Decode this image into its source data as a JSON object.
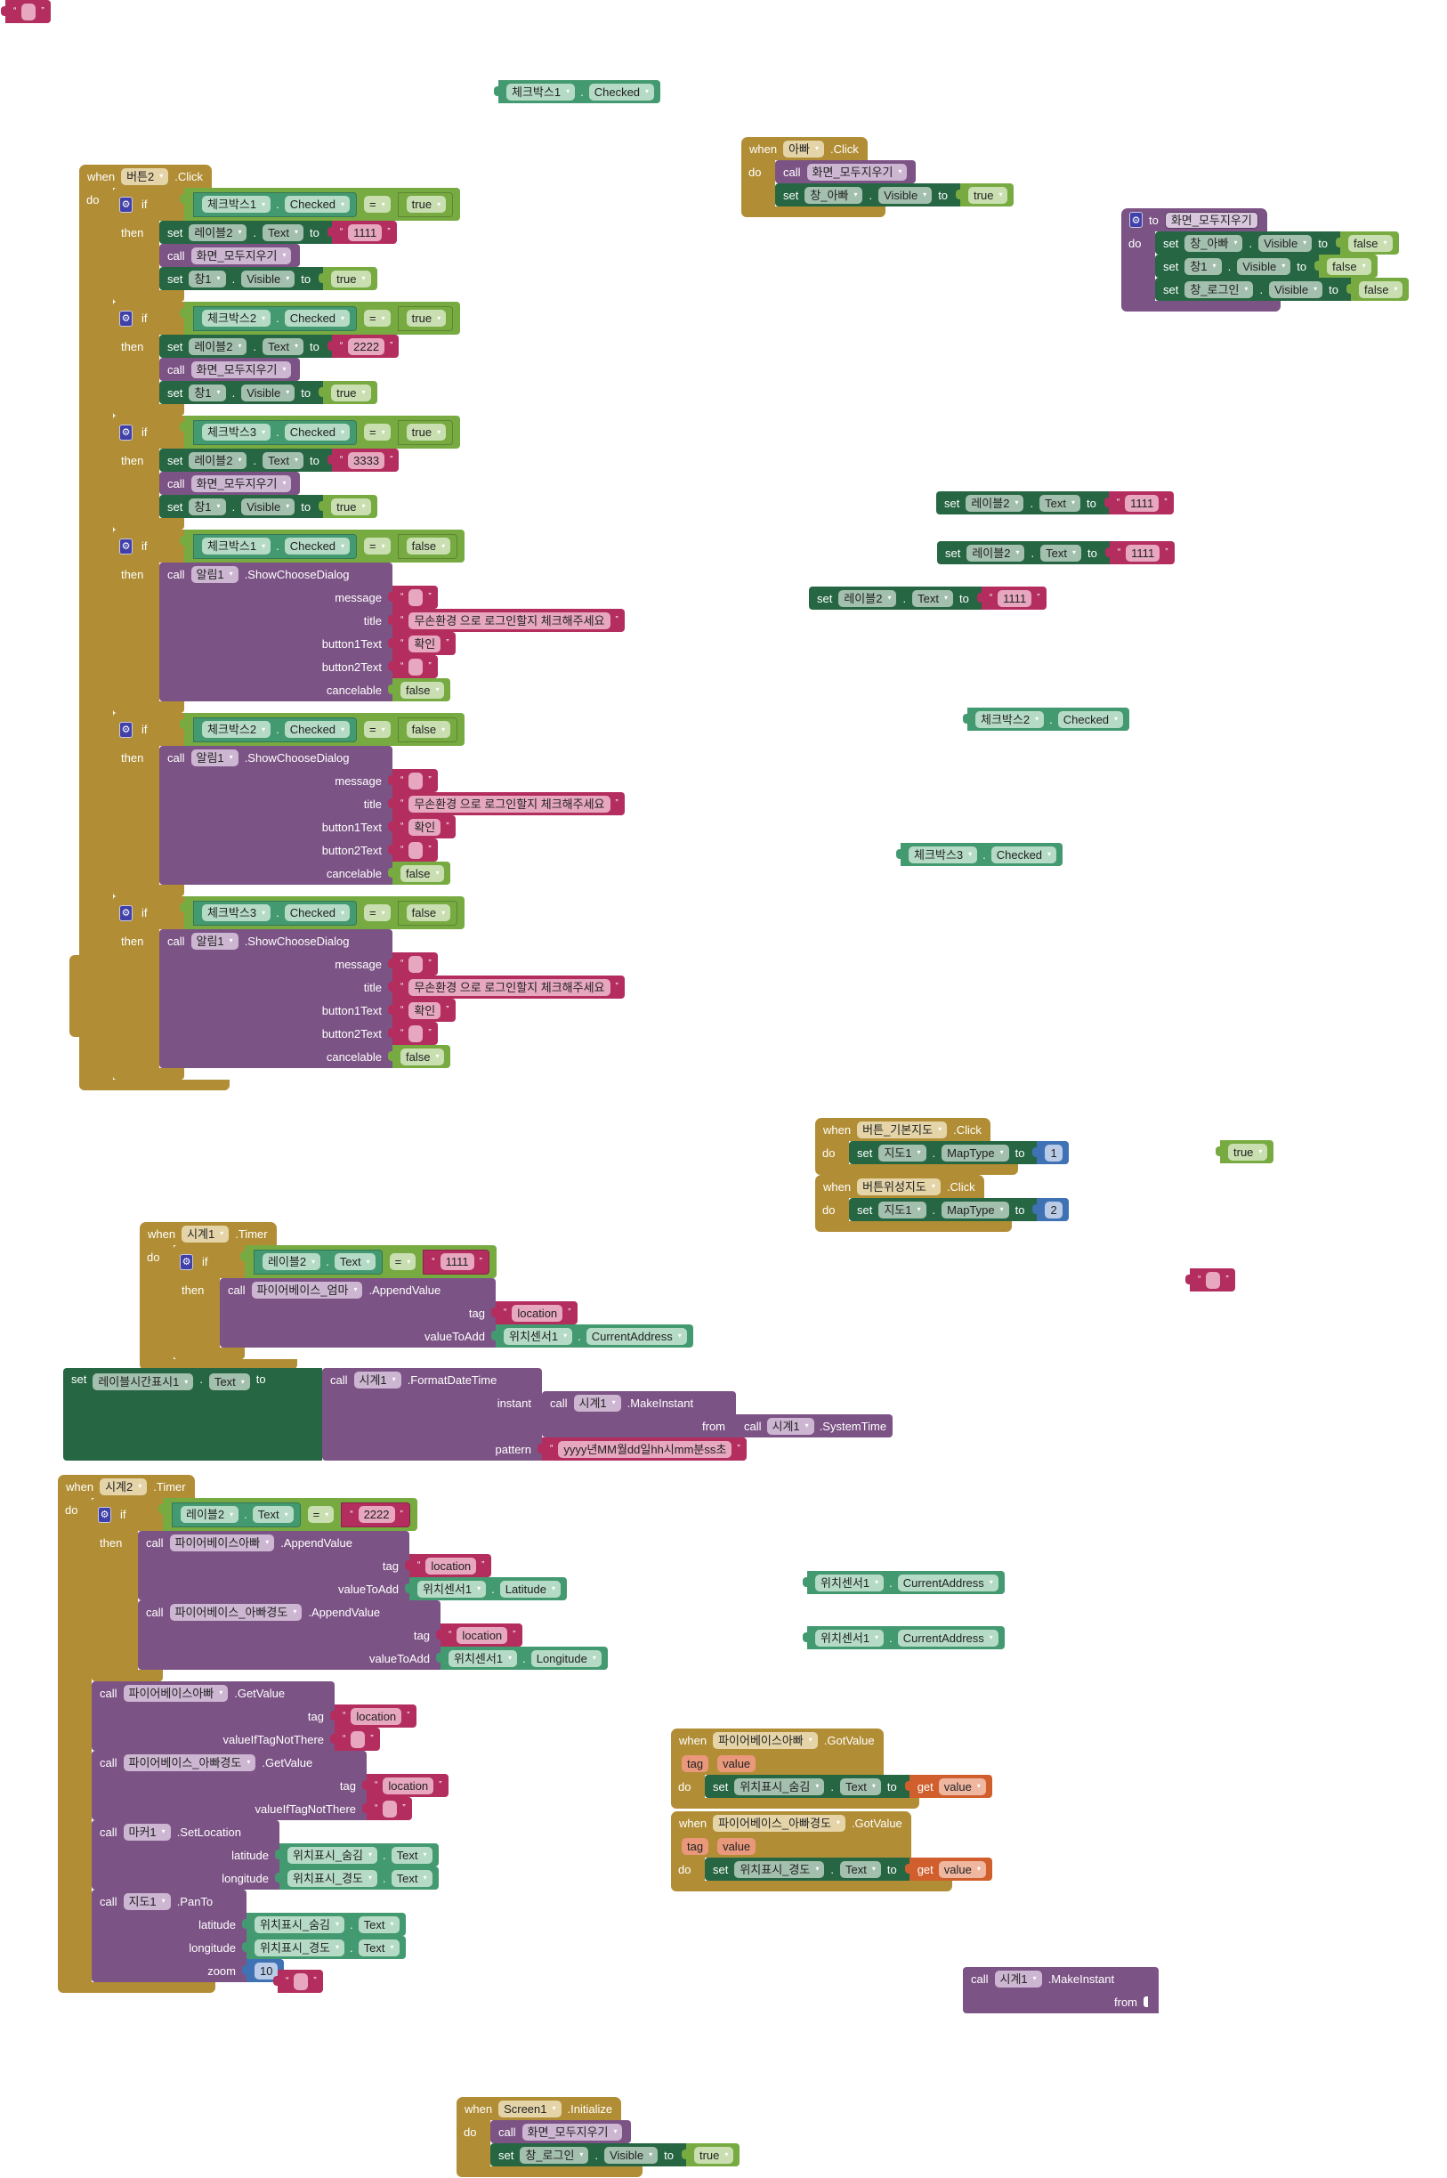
{
  "kw": {
    "when": "when",
    "do": "do",
    "set": "set",
    "to": "to",
    "call": "call",
    "if": "if",
    "then": "then",
    "get": "get",
    "dot": ".",
    "quote_open": "“",
    "quote_close": "”"
  },
  "dropdown_arrow": "▾",
  "gear_glyph": "⚙",
  "labels": {
    "message": "message",
    "title": "title",
    "button1Text": "button1Text",
    "button2Text": "button2Text",
    "cancelable": "cancelable",
    "tag": "tag",
    "valueToAdd": "valueToAdd",
    "valueIfTagNotThere": "valueIfTagNotThere",
    "latitude": "latitude",
    "longitude": "longitude",
    "zoom": "zoom",
    "instant": "instant",
    "from": "from",
    "pattern": "pattern"
  },
  "colors": {
    "event": "#B18E35",
    "setter": "#266643",
    "getter": "#439970",
    "procedure": "#7C5385",
    "text": "#B32D5E",
    "logic": "#77AB41",
    "math": "#3F71B5",
    "variable": "#D05F2D",
    "mutator": "#4040A8"
  },
  "blocks": {
    "str_top": {
      "value": ""
    },
    "cb1_checked": {
      "component": "체크박스1",
      "property": "Checked"
    },
    "dad_click": {
      "component": "아빠",
      "event": ".Click",
      "proc": "화면_모두지우기",
      "set_component": "창_아빠",
      "set_property": "Visible",
      "value": "true"
    },
    "proc_clear": {
      "name": "화면_모두지우기",
      "sets": [
        {
          "component": "창_아빠",
          "property": "Visible",
          "value": "false"
        },
        {
          "component": "창1",
          "property": "Visible",
          "value": "false"
        },
        {
          "component": "창_로그인",
          "property": "Visible",
          "value": "false"
        }
      ]
    },
    "btn2_click": {
      "component": "버튼2",
      "event": ".Click",
      "ifs": [
        {
          "checkbox": "체크박스1",
          "property": "Checked",
          "op": "=",
          "compare": "true",
          "label": "레이블2",
          "label_property": "Text",
          "label_value": "1111",
          "proc": "화면_모두지우기",
          "window": "창1",
          "window_property": "Visible",
          "window_value": "true"
        },
        {
          "checkbox": "체크박스2",
          "property": "Checked",
          "op": "=",
          "compare": "true",
          "label": "레이블2",
          "label_property": "Text",
          "label_value": "2222",
          "proc": "화면_모두지우기",
          "window": "창1",
          "window_property": "Visible",
          "window_value": "true"
        },
        {
          "checkbox": "체크박스3",
          "property": "Checked",
          "op": "=",
          "compare": "true",
          "label": "레이블2",
          "label_property": "Text",
          "label_value": "3333",
          "proc": "화면_모두지우기",
          "window": "창1",
          "window_property": "Visible",
          "window_value": "true"
        }
      ],
      "dialog_ifs": [
        {
          "checkbox": "체크박스1",
          "property": "Checked",
          "op": "=",
          "compare": "false",
          "notifier": "알림1",
          "method": ".ShowChooseDialog",
          "message": "",
          "title": "무손환경 으로 로그인할지 체크해주세요",
          "button1Text": "확인",
          "button2Text": "",
          "cancelable": "false"
        },
        {
          "checkbox": "체크박스2",
          "property": "Checked",
          "op": "=",
          "compare": "false",
          "notifier": "알림1",
          "method": ".ShowChooseDialog",
          "message": "",
          "title": "무손환경 으로 로그인할지 체크해주세요",
          "button1Text": "확인",
          "button2Text": "",
          "cancelable": "false"
        },
        {
          "checkbox": "체크박스3",
          "property": "Checked",
          "op": "=",
          "compare": "false",
          "notifier": "알림1",
          "method": ".ShowChooseDialog",
          "message": "",
          "title": "무손환경 으로 로그인할지 체크해주세요",
          "button1Text": "확인",
          "button2Text": "",
          "cancelable": "false"
        }
      ]
    },
    "loose_sets": [
      {
        "component": "레이블2",
        "property": "Text",
        "value": "1111"
      },
      {
        "component": "레이블2",
        "property": "Text",
        "value": "1111"
      },
      {
        "component": "레이블2",
        "property": "Text",
        "value": "1111"
      }
    ],
    "cb2_checked": {
      "component": "체크박스2",
      "property": "Checked"
    },
    "cb3_checked": {
      "component": "체크박스3",
      "property": "Checked"
    },
    "map_default_click": {
      "component": "버튼_기본지도",
      "event": ".Click",
      "set_component": "지도1",
      "set_property": "MapType",
      "value": "1"
    },
    "map_satellite_click": {
      "component": "버튼위성지도",
      "event": ".Click",
      "set_component": "지도1",
      "set_property": "MapType",
      "value": "2"
    },
    "loose_true": {
      "value": "true"
    },
    "str_mid": {
      "value": ""
    },
    "timer1": {
      "component": "시계1",
      "event": ".Timer",
      "cond_component": "레이블2",
      "cond_property": "Text",
      "op": "=",
      "cond_value": "1111",
      "db": "파이어베이스_엄마",
      "method": ".AppendValue",
      "tag": "location",
      "sensor": "위치센서1",
      "sensor_property": "CurrentAddress"
    },
    "time_label": {
      "component": "레이블시간표시1",
      "property": "Text",
      "clock": "시계1",
      "format_method": ".FormatDateTime",
      "make_method": ".MakeInstant",
      "system_method": ".SystemTime",
      "pattern": "yyyy년MM월dd일hh시mm분ss초"
    },
    "timer2": {
      "component": "시계2",
      "event": ".Timer",
      "cond_component": "레이블2",
      "cond_property": "Text",
      "op": "=",
      "cond_value": "2222",
      "append": [
        {
          "db": "파이어베이스아빠",
          "method": ".AppendValue",
          "tag": "location",
          "sensor": "위치센서1",
          "sensor_property": "Latitude"
        },
        {
          "db": "파이어베이스_아빠경도",
          "method": ".AppendValue",
          "tag": "location",
          "sensor": "위치센서1",
          "sensor_property": "Longitude"
        }
      ],
      "get": [
        {
          "db": "파이어베이스아빠",
          "method": ".GetValue",
          "tag": "location",
          "default": ""
        },
        {
          "db": "파이어베이스_아빠경도",
          "method": ".GetValue",
          "tag": "location",
          "default": ""
        }
      ],
      "marker": {
        "component": "마커1",
        "method": ".SetLocation",
        "lat_component": "위치표시_숨김",
        "lat_property": "Text",
        "lng_component": "위치표시_경도",
        "lng_property": "Text"
      },
      "pan": {
        "component": "지도1",
        "method": ".PanTo",
        "lat_component": "위치표시_숨김",
        "lat_property": "Text",
        "lng_component": "위치표시_경도",
        "lng_property": "Text",
        "zoom": "10"
      }
    },
    "loose_addresses": [
      {
        "component": "위치센서1",
        "property": "CurrentAddress"
      },
      {
        "component": "위치센서1",
        "property": "CurrentAddress"
      }
    ],
    "gotvalue_lat": {
      "component": "파이어베이스아빠",
      "event": ".GotValue",
      "params": [
        "tag",
        "value"
      ],
      "set_component": "위치표시_숨김",
      "set_property": "Text",
      "var": "value"
    },
    "gotvalue_lng": {
      "component": "파이어베이스_아빠경도",
      "event": ".GotValue",
      "params": [
        "tag",
        "value"
      ],
      "set_component": "위치표시_경도",
      "set_property": "Text",
      "var": "value"
    },
    "loose_make_instant": {
      "clock": "시계1",
      "method": ".MakeInstant"
    },
    "str_bottom": {
      "value": ""
    },
    "screen_init": {
      "component": "Screen1",
      "event": ".Initialize",
      "proc": "화면_모두지우기",
      "set_component": "창_로그인",
      "set_property": "Visible",
      "value": "true"
    }
  }
}
